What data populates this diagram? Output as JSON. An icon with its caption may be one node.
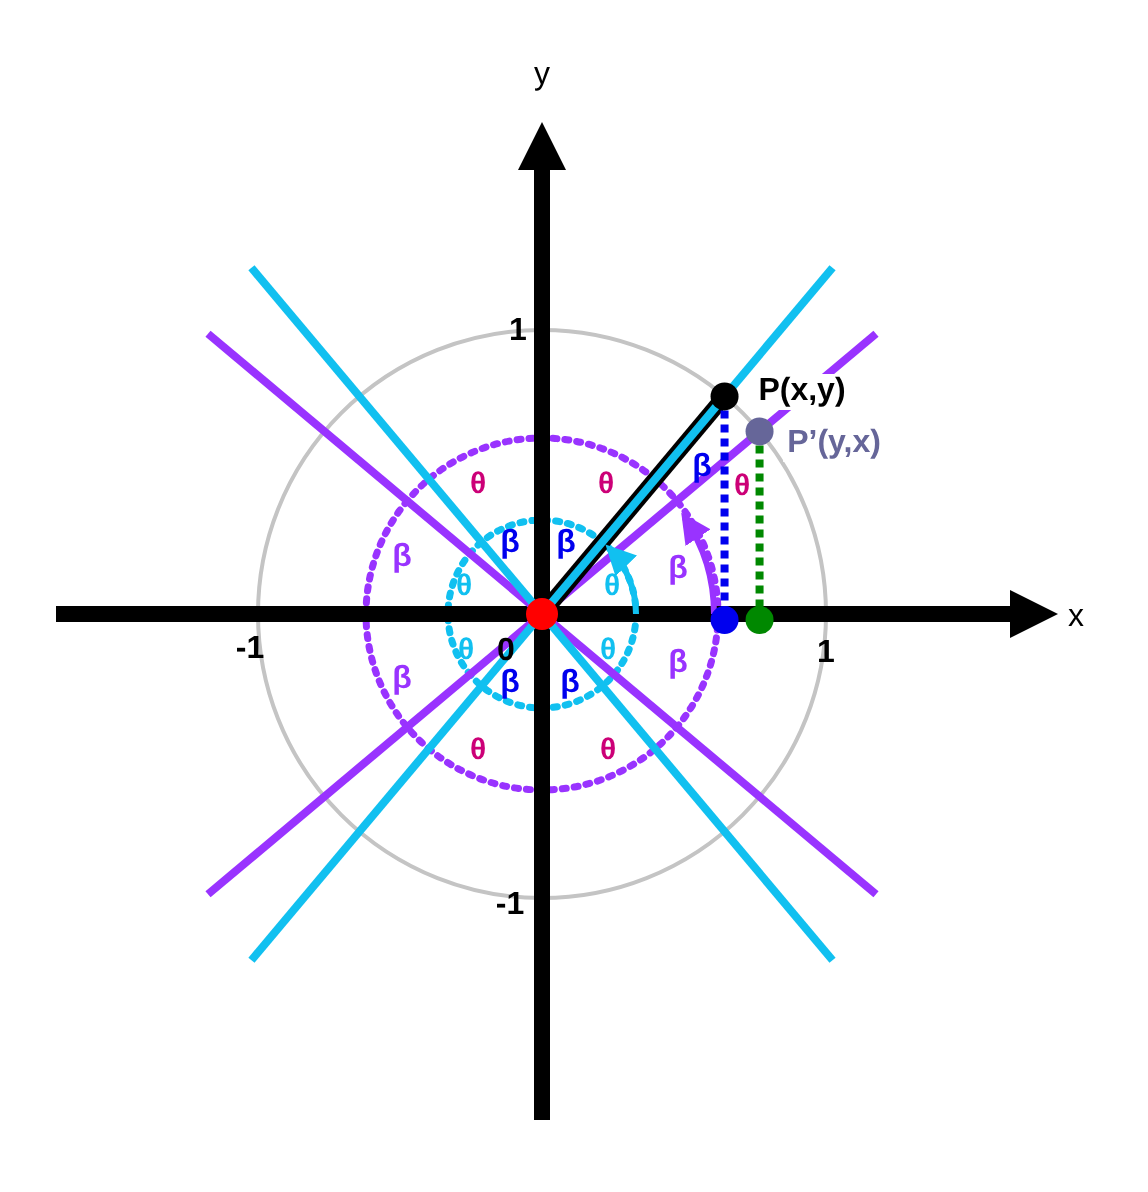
{
  "diagram": {
    "labels": [
      "y",
      "1",
      "P(x,y)",
      "P’(y,x)",
      "β",
      "θ",
      "θ",
      "θ",
      "β",
      "β",
      "β",
      "β",
      "θ",
      "θ",
      "x",
      "-1",
      "θ",
      "0",
      "θ",
      "1",
      "β",
      "β",
      "β",
      "β",
      "θ",
      "θ",
      "-1"
    ]
  }
}
